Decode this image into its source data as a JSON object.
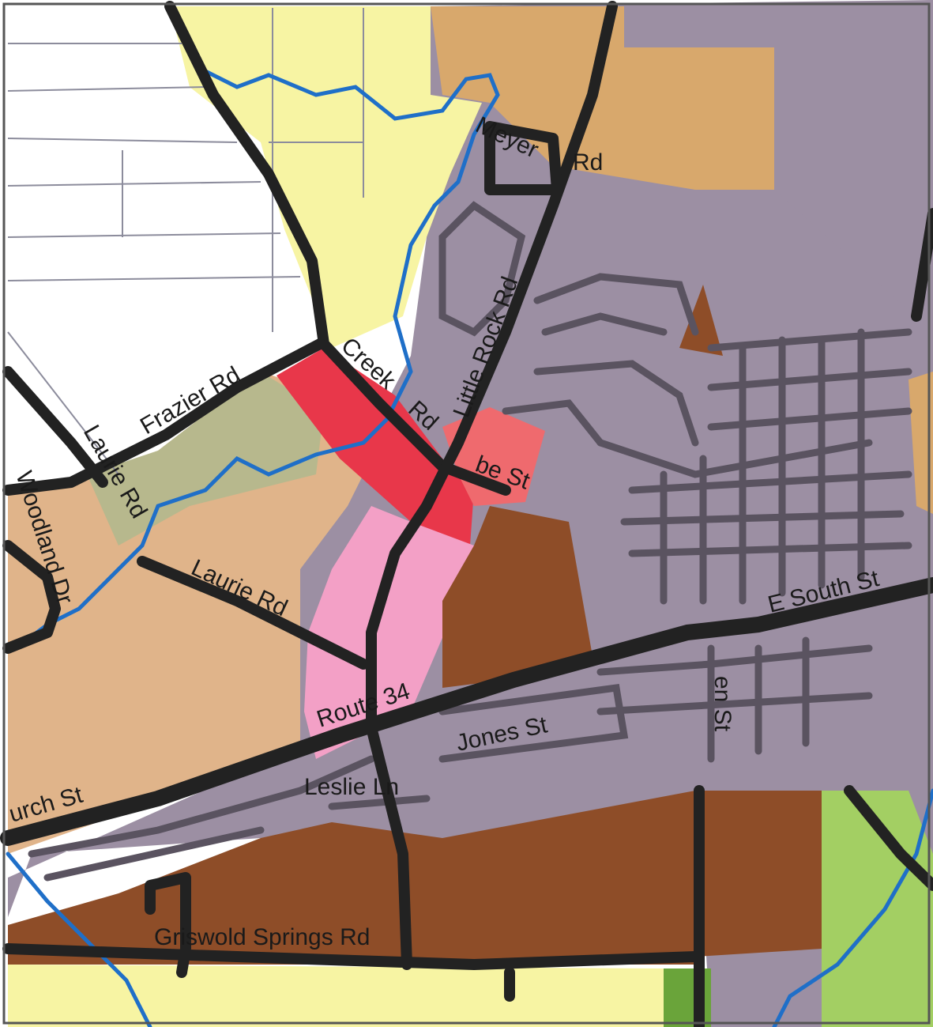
{
  "colors": {
    "residential_purple": "#9c8fa3",
    "agricultural_tan": "#e0b48a",
    "orange_tan": "#d8a86c",
    "light_yellow": "#f7f4a3",
    "brown": "#8e4d28",
    "red": "#e8374a",
    "salmon": "#ef6a6e",
    "pink": "#f3a0c6",
    "green": "#a3cf63",
    "dark_green": "#6aa43a",
    "sage": "#b7b88d",
    "road": "#222222",
    "local_street": "#5a5360",
    "creek": "#1f6fc8",
    "parcel_line": "#8c8c9c"
  },
  "labels": {
    "frazier_rd": "Frazier Rd",
    "creek_rd_a": "Creek",
    "creek_rd_b": "Rd",
    "little_rock_rd": "Little Rock Rd",
    "meyer_rd_a": "Meyer",
    "meyer_rd_b": "Rd",
    "laurie_rd_diag": "Laurie Rd",
    "laurie_rd": "Laurie Rd",
    "woodland_dr": "Woodland Dr",
    "route_34": "Route 34",
    "church_st": "urch St",
    "jones_st": "Jones St",
    "leslie_ln": "Leslie Ln",
    "griswold_springs_rd": "Griswold Springs Rd",
    "e_south_st": "E South St",
    "be_st": "be St",
    "en_st": "en St"
  }
}
